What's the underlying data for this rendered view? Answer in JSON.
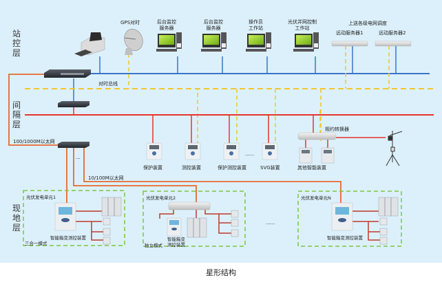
{
  "layers": {
    "station": "站控层",
    "bay": "间隔层",
    "field": "现地层"
  },
  "station_devices": {
    "gps": "GPS对时",
    "backend_server_1": "后台监控\n服务器",
    "backend_server_2": "后台监控\n服务器",
    "operator": "操作员\n工作站",
    "pv_control": "光伏并网控制\n工作站",
    "dispatch_title": "上送各级电网调度",
    "remote_server_1": "远动服务器1",
    "remote_server_2": "远动服务器2"
  },
  "buses": {
    "time_bus": "对时总线",
    "eth_1000": "100/1000M以太网",
    "eth_100": "10/100M以太网",
    "ellipsis_switch": "..."
  },
  "bay_devices": {
    "protection": "保护装置",
    "measure_control": "测控装置",
    "prot_measure": "保护测控装置",
    "ellipsis": "......",
    "svg": "SVG装置",
    "protocol_converter": "规约转换器",
    "other_smart": "其他智能装置"
  },
  "field_units": [
    {
      "title": "光伏发电单元1",
      "mode": "三合一模式",
      "device": "智能箱变测控装置"
    },
    {
      "title": "光伏发电单元2",
      "mode": "独立模式",
      "device": "智能箱变\n测控装置"
    },
    {
      "title": "光伏发电单元N",
      "mode": "",
      "device": "智能箱变测控装置"
    }
  ],
  "field_ellipsis": "......",
  "caption": "星形结构",
  "colors": {
    "background": "#dcf0fb",
    "station_bus": "#3a74c4",
    "bay_bus": "#e8332c",
    "eth_line": "#e8682f",
    "time_bus": "#f2c62c",
    "unit_border": "#7cc540"
  }
}
